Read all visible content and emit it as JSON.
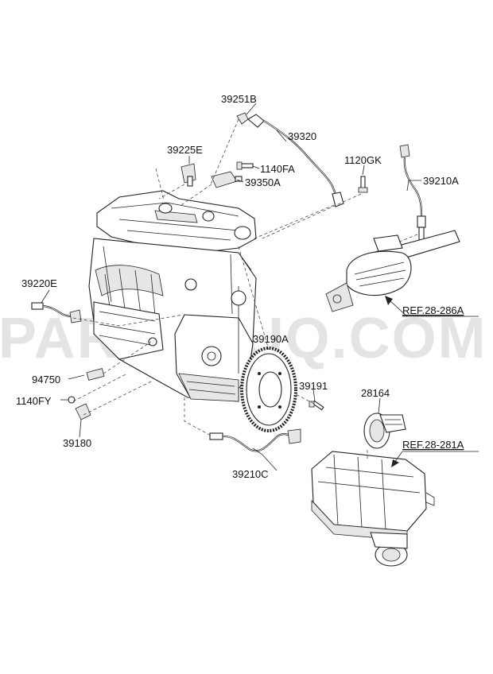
{
  "watermark": "PARTSOUQ.COM",
  "labels": {
    "p39251B": "39251B",
    "p39320": "39320",
    "p39225E": "39225E",
    "p1140FA": "1140FA",
    "p39350A": "39350A",
    "p1120GK": "1120GK",
    "p39210A": "39210A",
    "p39220E": "39220E",
    "p39190A": "39190A",
    "p94750": "94750",
    "p1140FY": "1140FY",
    "p39180": "39180",
    "p39191": "39191",
    "p28164": "28164",
    "p39210C": "39210C"
  },
  "refs": {
    "exhaust": "REF.28-286A",
    "airfilter": "REF.28-281A"
  }
}
